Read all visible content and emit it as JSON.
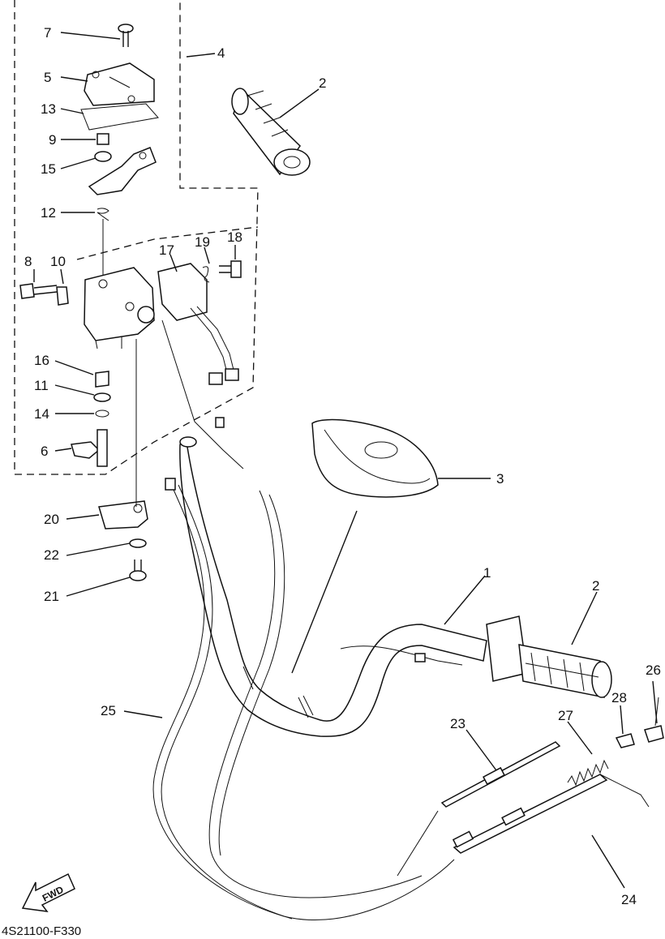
{
  "diagram": {
    "drawing_code": "4S21100-F330",
    "fwd_label": "FWD",
    "callouts": {
      "c1": "1",
      "c2a": "2",
      "c2b": "2",
      "c3": "3",
      "c4": "4",
      "c5": "5",
      "c6": "6",
      "c7": "7",
      "c8": "8",
      "c9": "9",
      "c10": "10",
      "c11": "11",
      "c12": "12",
      "c13": "13",
      "c14": "14",
      "c15": "15",
      "c16": "16",
      "c17": "17",
      "c18": "18",
      "c19": "19",
      "c20": "20",
      "c21": "21",
      "c22": "22",
      "c23": "23",
      "c24": "24",
      "c25": "25",
      "c26": "26",
      "c27": "27",
      "c28": "28"
    }
  }
}
